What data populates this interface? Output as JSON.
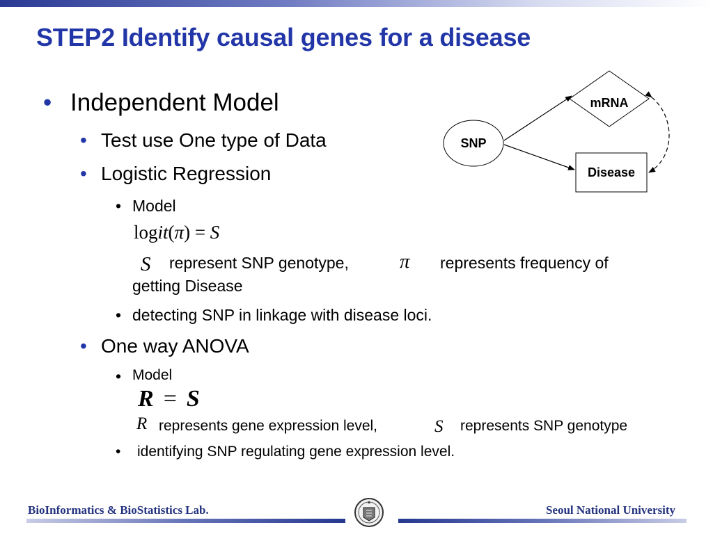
{
  "slide": {
    "title": "STEP2 Identify causal genes for a disease"
  },
  "content": {
    "bullet_l1": "•",
    "bullet_l2": "•",
    "bullet_l3": "•",
    "independent_model": "Independent Model",
    "test_one_type": "Test use One type of Data",
    "logistic_regression": "Logistic Regression",
    "logistic_model_label": "Model",
    "logit_formula": {
      "log": "log",
      "it": "it",
      "open": "(",
      "pi": "π",
      "close": ")",
      "eq": " = ",
      "s": "S"
    },
    "logistic_desc": {
      "s_symbol": "S",
      "part1": "represent SNP genotype,",
      "pi_symbol": "π",
      "part2": "represents frequency of",
      "part3": "getting Disease"
    },
    "detecting_snp": "detecting SNP in linkage with  disease loci.",
    "one_way_anova": "One way ANOVA",
    "anova_model_label": "Model",
    "anova_formula": {
      "r": "R",
      "eq": "=",
      "s": "S"
    },
    "anova_desc": {
      "r_symbol": "R",
      "part1": "represents gene expression level,",
      "s_symbol": "S",
      "part2": "represents SNP genotype"
    },
    "identifying_snp": "identifying SNP regulating gene expression level."
  },
  "diagram": {
    "snp_label": "SNP",
    "mrna_label": "mRNA",
    "disease_label": "Disease"
  },
  "footer": {
    "left_text": "BioInformatics & BioStatistics Lab.",
    "right_text": "Seoul National University"
  },
  "colors": {
    "title": "#2236a8",
    "bullet": "#2236a8",
    "footer_text": "#24337f"
  }
}
